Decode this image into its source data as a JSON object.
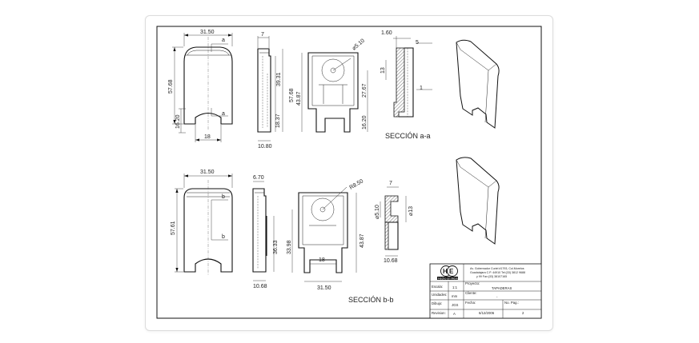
{
  "dimensions": {
    "a_width": "31.50",
    "a_height": "57.68",
    "a_slot": "16.20",
    "a_bottom": "18",
    "a_thick": "7",
    "a_side_h1": "39.31",
    "a_side_h2": "57.68",
    "a_side_h3": "18.37",
    "a_side_w": "10.80",
    "a_front_h": "43.87",
    "a_front_d": "5.10",
    "a_front_h2": "27.67",
    "a_front_slot": "16.20",
    "a_sec_top": "1.60",
    "a_sec_w": "5",
    "a_sec_13": "13",
    "a_sec_1": "1",
    "b_width": "31.50",
    "b_height": "57.61",
    "b_thick": "6.70",
    "b_side_h": "36.33",
    "b_side_w": "10.68",
    "b_front_r": "R8.50",
    "b_front_h1": "33.98",
    "b_front_18": "18",
    "b_front_h2": "43.87",
    "b_front_w": "31.50",
    "b_sec_7": "7",
    "b_sec_d": "5.10",
    "b_sec_13": "13",
    "b_sec_w": "10.68"
  },
  "section_labels": {
    "a_top": "a",
    "a_bottom": "a",
    "b_top": "b",
    "b_bottom": "b",
    "section_aa": "SECCIÓN a-a",
    "section_bb": "SECCIÓN b-b"
  },
  "title_block": {
    "logo_text": "H E",
    "logo_sub": "Hecho en México",
    "address_1": "Av. Gobernador Curiel #1793, Col.Morelos",
    "address_2": "Guadalajara C.P. 44910 Tel:(33) 3812 9688",
    "address_3": "y 99 Fax:(33) 38107165",
    "escala_label": "Escala:",
    "escala_value": "1:1",
    "unidades_label": "Unidades:",
    "unidades_value": "mm",
    "dibujo_label": "Dibujo:",
    "dibujo_value": "JGS",
    "revision_label": "Revision:",
    "revision_value": "A",
    "proyecto_label": "Proyecto:",
    "proyecto_value": "TAPADERAS",
    "cliente_label": "Cliente:",
    "cliente_value": "-",
    "fecha_label": "Fecha:",
    "fecha_value": "6/12/2006",
    "nopag_label": "No. Pag.:",
    "nopag_value": "2"
  }
}
